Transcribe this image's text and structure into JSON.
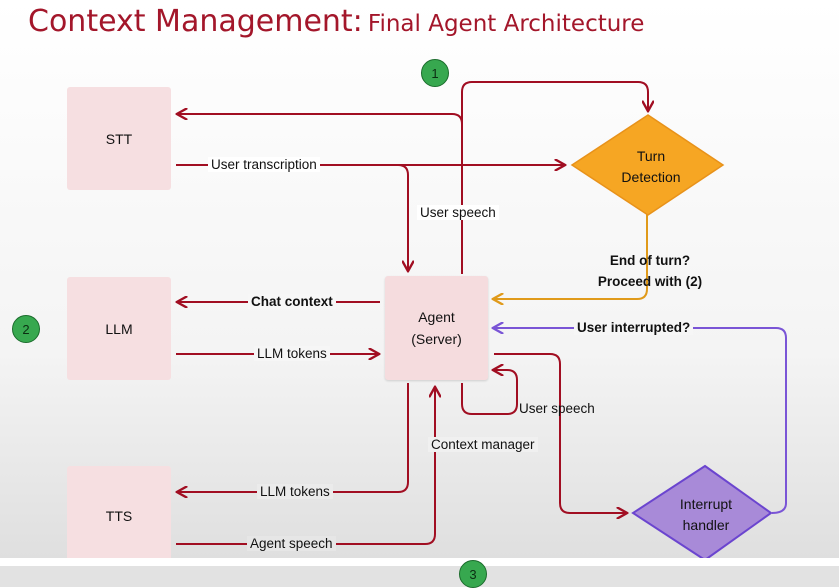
{
  "title": {
    "main": "Context Management:",
    "sub": "Final Agent Architecture"
  },
  "badges": {
    "one": "1",
    "two": "2",
    "three": "3"
  },
  "nodes": {
    "stt": "STT",
    "llm": "LLM",
    "tts": "TTS",
    "agent_line1": "Agent",
    "agent_line2": "(Server)",
    "turn_line1": "Turn",
    "turn_line2": "Detection",
    "interrupt_line1": "Interrupt",
    "interrupt_line2": "handler"
  },
  "edges": {
    "user_transcription": "User transcription",
    "user_speech_top": "User speech",
    "end_of_turn_line1": "End of turn?",
    "end_of_turn_line2": "Proceed with (2)",
    "chat_context": "Chat context",
    "llm_tokens_mid": "LLM tokens",
    "user_interrupted": "User interrupted?",
    "user_speech_loop": "User speech",
    "context_manager": "Context manager",
    "llm_tokens_bottom": "LLM tokens",
    "agent_speech": "Agent speech"
  },
  "colors": {
    "title": "#a3162a",
    "arrow_red": "#a10e22",
    "arrow_orange": "#e09a1a",
    "arrow_purple": "#7a55d6",
    "box_pink": "#f6dfe1",
    "diamond_orange": "#f6a623",
    "diamond_purple": "#a88ad8",
    "badge_green": "#37a84f"
  }
}
